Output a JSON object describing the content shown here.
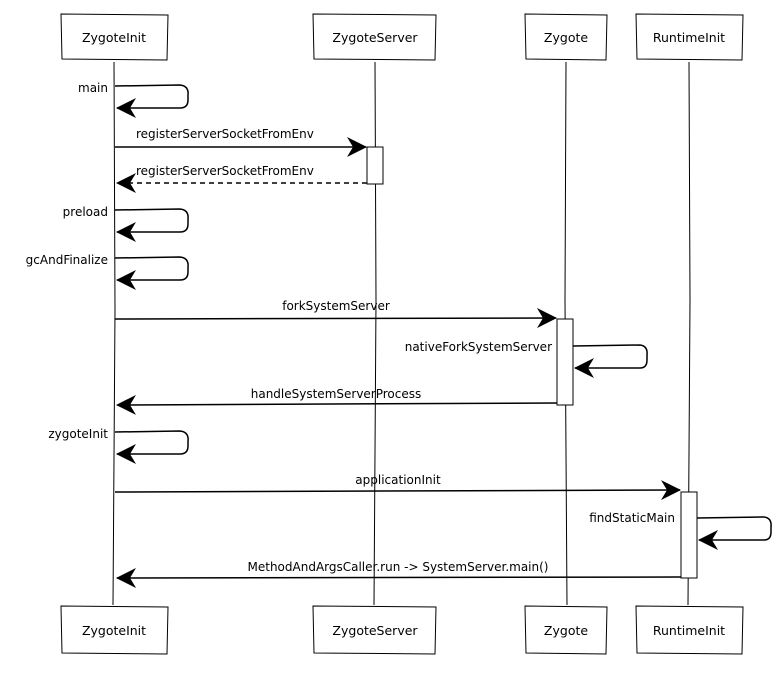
{
  "participants": {
    "zygote_init": "ZygoteInit",
    "zygote_server": "ZygoteServer",
    "zygote": "Zygote",
    "runtime_init": "RuntimeInit"
  },
  "messages": {
    "main": "main",
    "register_call": "registerServerSocketFromEnv",
    "register_return": "registerServerSocketFromEnv",
    "preload": "preload",
    "gc_and_finalize": "gcAndFinalize",
    "fork_system_server": "forkSystemServer",
    "native_fork_system_server": "nativeForkSystemServer",
    "handle_system_server_process": "handleSystemServerProcess",
    "zygote_init": "zygoteInit",
    "application_init": "applicationInit",
    "find_static_main": "findStaticMain",
    "method_and_args_caller": "MethodAndArgsCaller.run -> SystemServer.main()"
  }
}
